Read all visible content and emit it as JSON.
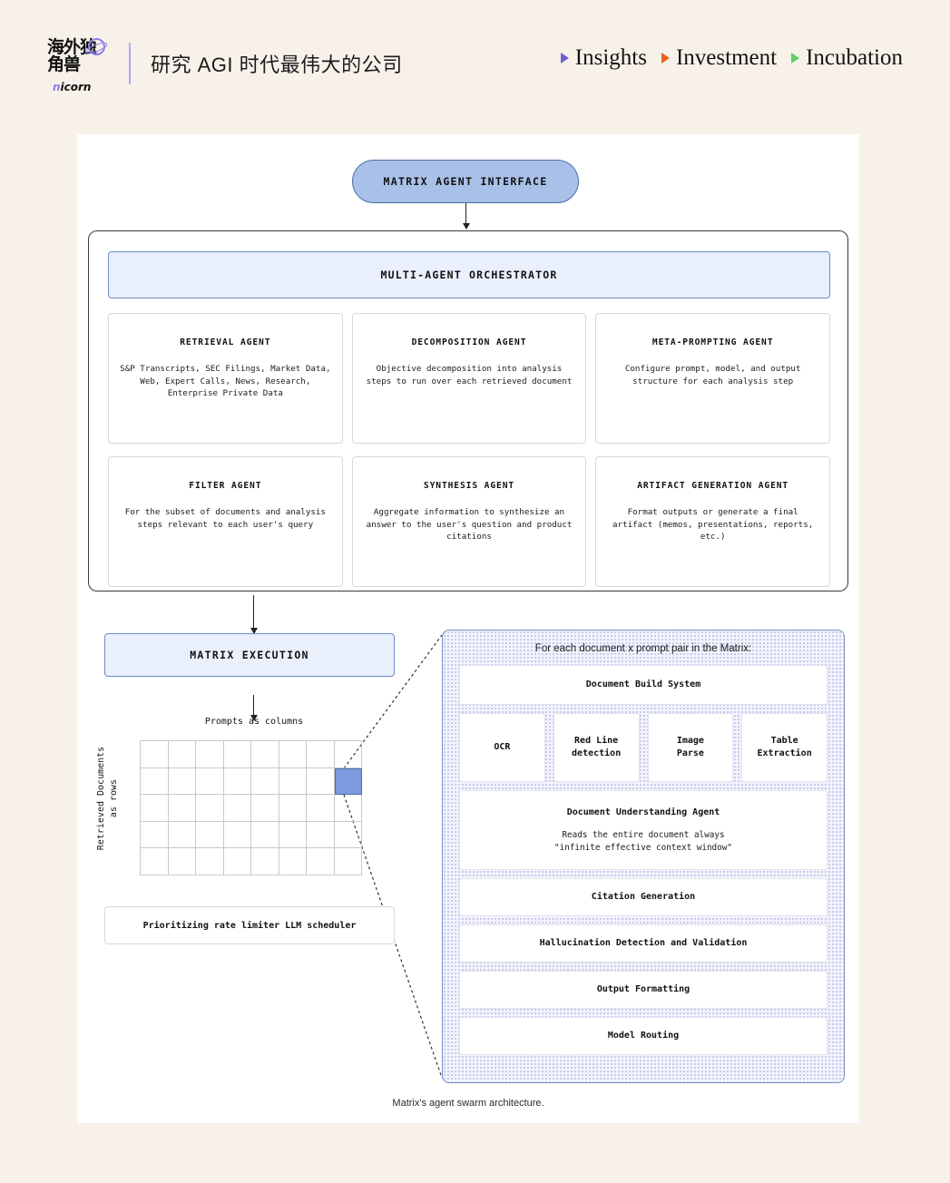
{
  "header": {
    "logo": {
      "cn_text": "海外独角兽",
      "wordmark_prefix": "n",
      "wordmark_rest": "icorn",
      "planet_icon": "planet-icon"
    },
    "title": "研究 AGI 时代最伟大的公司",
    "nav": [
      {
        "label": "Insights",
        "color": "#6b5fd4"
      },
      {
        "label": "Investment",
        "color": "#e8621f"
      },
      {
        "label": "Incubation",
        "color": "#5fd06a"
      }
    ]
  },
  "figure": {
    "caption": "Matrix's agent swarm architecture.",
    "interface_pill": "MATRIX AGENT INTERFACE",
    "orchestrator_title": "MULTI-AGENT ORCHESTRATOR",
    "agents": [
      {
        "title": "RETRIEVAL AGENT",
        "desc": "S&P Transcripts, SEC Filings, Market Data, Web, Expert Calls, News, Research, Enterprise Private Data"
      },
      {
        "title": "DECOMPOSITION AGENT",
        "desc": "Objective decomposition into analysis steps to run over each retrieved document"
      },
      {
        "title": "META-PROMPTING AGENT",
        "desc": "Configure prompt, model, and output structure for each analysis step"
      },
      {
        "title": "FILTER AGENT",
        "desc": "For the subset of documents and analysis steps relevant to each user's query"
      },
      {
        "title": "SYNTHESIS AGENT",
        "desc": "Aggregate information to synthesize an answer to the user's question and product citations"
      },
      {
        "title": "ARTIFACT GENERATION AGENT",
        "desc": "Format outputs or generate a final artifact (memos, presentations, reports, etc.)"
      }
    ],
    "execution": {
      "title": "MATRIX EXECUTION",
      "columns_label": "Prompts as columns",
      "rows_label": "Retrieved Documents\nas rows",
      "scheduler": "Prioritizing rate limiter LLM scheduler"
    },
    "zoom_panel": {
      "heading": "For each document x prompt pair in the Matrix:",
      "build_system": "Document Build System",
      "tools": [
        "OCR",
        "Red Line\ndetection",
        "Image\nParse",
        "Table\nExtraction"
      ],
      "understanding_agent": {
        "title": "Document Understanding Agent",
        "desc": "Reads the entire document always\n\"infinite effective context window\""
      },
      "stack": [
        "Citation Generation",
        "Hallucination Detection and Validation",
        "Output Formatting",
        "Model Routing"
      ]
    }
  },
  "chart_data": {
    "type": "heatmap",
    "title": "Matrix execution grid",
    "xlabel": "Prompts as columns",
    "ylabel": "Retrieved Documents as rows",
    "columns": 8,
    "rows": 5,
    "highlighted_cell": {
      "row": 2,
      "column": 8
    },
    "grid": true,
    "legend": "none"
  },
  "colors": {
    "page_bg": "#f7f1ea",
    "card_bg": "#ffffff",
    "pill_fill": "#a9c0e8",
    "pill_border": "#4a6fa8",
    "panel_fill": "#e9effb",
    "panel_border": "#6f8ec4",
    "dotted_panel_bg": "#f2f3fc",
    "dotted_panel_border": "#7b8fc4",
    "active_cell": "#7c9ade",
    "accent_purple": "#6b5fd4",
    "accent_orange": "#e8621f",
    "accent_green": "#5fd06a"
  }
}
